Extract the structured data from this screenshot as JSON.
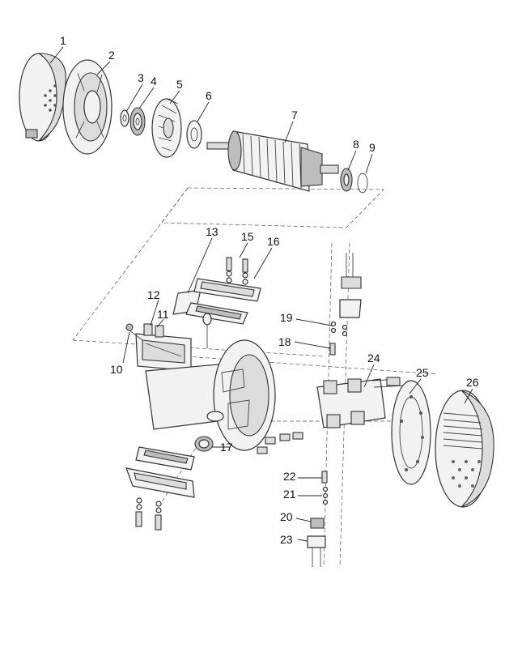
{
  "callouts": [
    {
      "id": "1",
      "label": "1"
    },
    {
      "id": "2",
      "label": "2"
    },
    {
      "id": "3",
      "label": "3"
    },
    {
      "id": "4",
      "label": "4"
    },
    {
      "id": "5",
      "label": "5"
    },
    {
      "id": "6",
      "label": "6"
    },
    {
      "id": "7",
      "label": "7"
    },
    {
      "id": "8",
      "label": "8"
    },
    {
      "id": "9",
      "label": "9"
    },
    {
      "id": "10",
      "label": "10"
    },
    {
      "id": "11",
      "label": "11"
    },
    {
      "id": "12",
      "label": "12"
    },
    {
      "id": "13",
      "label": "13"
    },
    {
      "id": "15",
      "label": "15"
    },
    {
      "id": "16",
      "label": "16"
    },
    {
      "id": "17",
      "label": "17"
    },
    {
      "id": "18",
      "label": "18"
    },
    {
      "id": "19",
      "label": "19"
    },
    {
      "id": "20",
      "label": "20"
    },
    {
      "id": "21",
      "label": "21"
    },
    {
      "id": "22",
      "label": "22"
    },
    {
      "id": "23",
      "label": "23"
    },
    {
      "id": "24",
      "label": "24"
    },
    {
      "id": "25",
      "label": "25"
    },
    {
      "id": "26",
      "label": "26"
    }
  ]
}
